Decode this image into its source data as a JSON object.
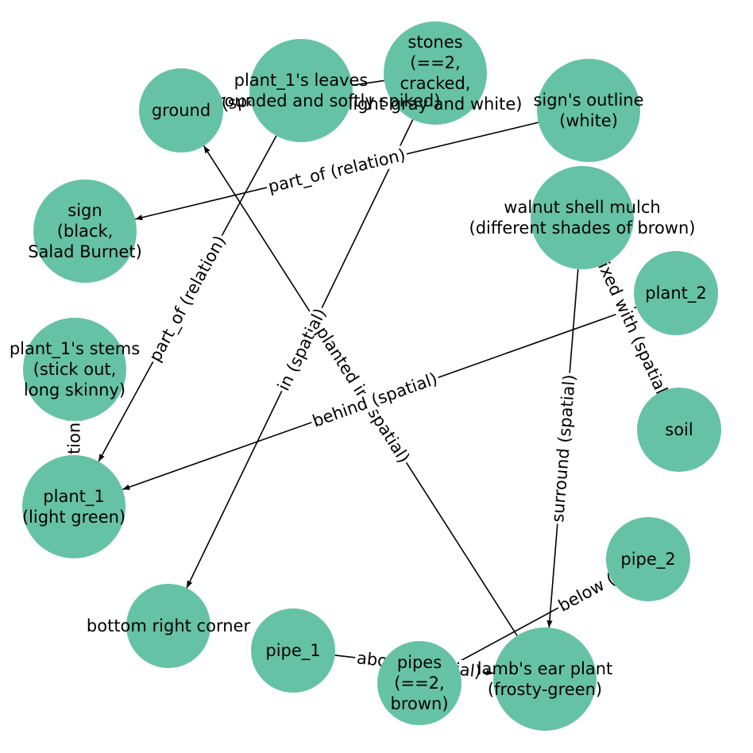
{
  "colors": {
    "node_fill": "#66c2a5",
    "edge": "#000000",
    "background": "#ffffff"
  },
  "nodes": [
    {
      "id": "stones",
      "lines": [
        "stones",
        "(==2,",
        "cracked,",
        "light gray and white)"
      ]
    },
    {
      "id": "plant_1_leaves",
      "lines": [
        "plant_1's leaves",
        "(small rounded and softly spiked)"
      ]
    },
    {
      "id": "ground",
      "lines": [
        "ground"
      ]
    },
    {
      "id": "signs_outline",
      "lines": [
        "sign's outline",
        "(white)"
      ]
    },
    {
      "id": "sign",
      "lines": [
        "sign",
        "(black,",
        "Salad Burnet)"
      ]
    },
    {
      "id": "walnut_mulch",
      "lines": [
        "walnut shell mulch",
        "(different shades of brown)"
      ]
    },
    {
      "id": "plant_2",
      "lines": [
        "plant_2"
      ]
    },
    {
      "id": "plant_1_stems",
      "lines": [
        "plant_1's stems",
        "(stick out,",
        "long skinny)"
      ]
    },
    {
      "id": "soil",
      "lines": [
        "soil"
      ]
    },
    {
      "id": "plant_1",
      "lines": [
        "plant_1",
        "(light green)"
      ]
    },
    {
      "id": "pipe_2",
      "lines": [
        "pipe_2"
      ]
    },
    {
      "id": "bottom_right_corner",
      "lines": [
        "bottom right corner"
      ]
    },
    {
      "id": "pipe_1",
      "lines": [
        "pipe_1"
      ]
    },
    {
      "id": "lambs_ear",
      "lines": [
        "lamb's ear plant",
        "(frosty-green)"
      ]
    },
    {
      "id": "pipes",
      "lines": [
        "pipes",
        "(==2,",
        "brown)"
      ]
    }
  ],
  "edges": [
    {
      "from": "stones",
      "to": "ground",
      "label": "into (spatial)"
    },
    {
      "from": "signs_outline",
      "to": "sign",
      "label": "part_of (relation)"
    },
    {
      "from": "plant_1_leaves",
      "to": "plant_1",
      "label": "part_of (relation)"
    },
    {
      "from": "stones",
      "to": "bottom_right_corner",
      "label": "in (spatial)"
    },
    {
      "from": "lambs_ear",
      "to": "ground",
      "label": "planted in (spatial)"
    },
    {
      "from": "plant_2",
      "to": "plant_1",
      "label": "behind (spatial)"
    },
    {
      "from": "walnut_mulch",
      "to": "soil",
      "label": "mixed with (spatial)"
    },
    {
      "from": "walnut_mulch",
      "to": "lambs_ear",
      "label": "surround (spatial)"
    },
    {
      "from": "plant_1_stems",
      "to": "plant_1",
      "label": "part_of (relation)"
    },
    {
      "from": "pipes",
      "to": "pipe_2",
      "label": "below (spatial)"
    },
    {
      "from": "pipe_1",
      "to": "lambs_ear",
      "label": "above (spatial)"
    }
  ]
}
